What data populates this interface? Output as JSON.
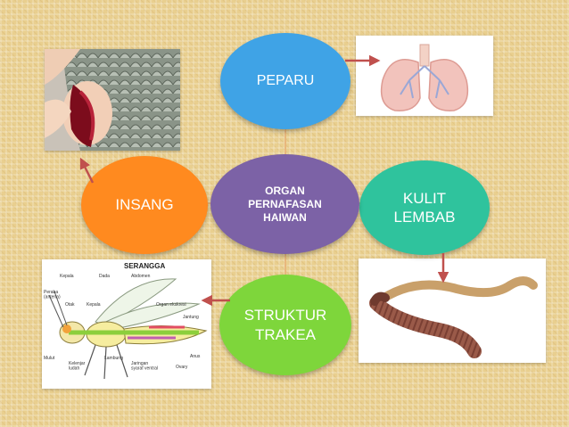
{
  "diagram": {
    "center": {
      "label": "ORGAN\nPERNAFASAN\nHAIWAN",
      "color": "#7c62a6"
    },
    "nodes": {
      "peparu": {
        "label": "PEPARU",
        "color": "#3fa3e6"
      },
      "kulit": {
        "label": "KULIT\nLEMBAB",
        "color": "#2fc39d"
      },
      "trakea": {
        "label": "STRUKTUR\nTRAKEA",
        "color": "#7ed63b"
      },
      "insang": {
        "label": "INSANG",
        "color": "#ff8a1f"
      }
    },
    "arrow_color": "#c0504d",
    "connector_color": "#e8b77c"
  },
  "insect_diagram": {
    "title": "SERANGGA",
    "labels": {
      "kepala": "Kepala",
      "dada": "Dada",
      "abdomen": "Abdomen",
      "peraba": "Peraba\n(antena)",
      "otak": "Otak",
      "kepala2": "Kepala",
      "organ_ekskresi": "Organ ekskresi",
      "jantung": "Jantung",
      "mulut": "Mulut",
      "kelenjar_ludah": "Kelenjar\nludah",
      "lambung": "Lambung",
      "jaringan_syaraf": "Jaringan\nsyaraf ventral",
      "anus": "Anus",
      "ovary": "Ovary"
    }
  }
}
